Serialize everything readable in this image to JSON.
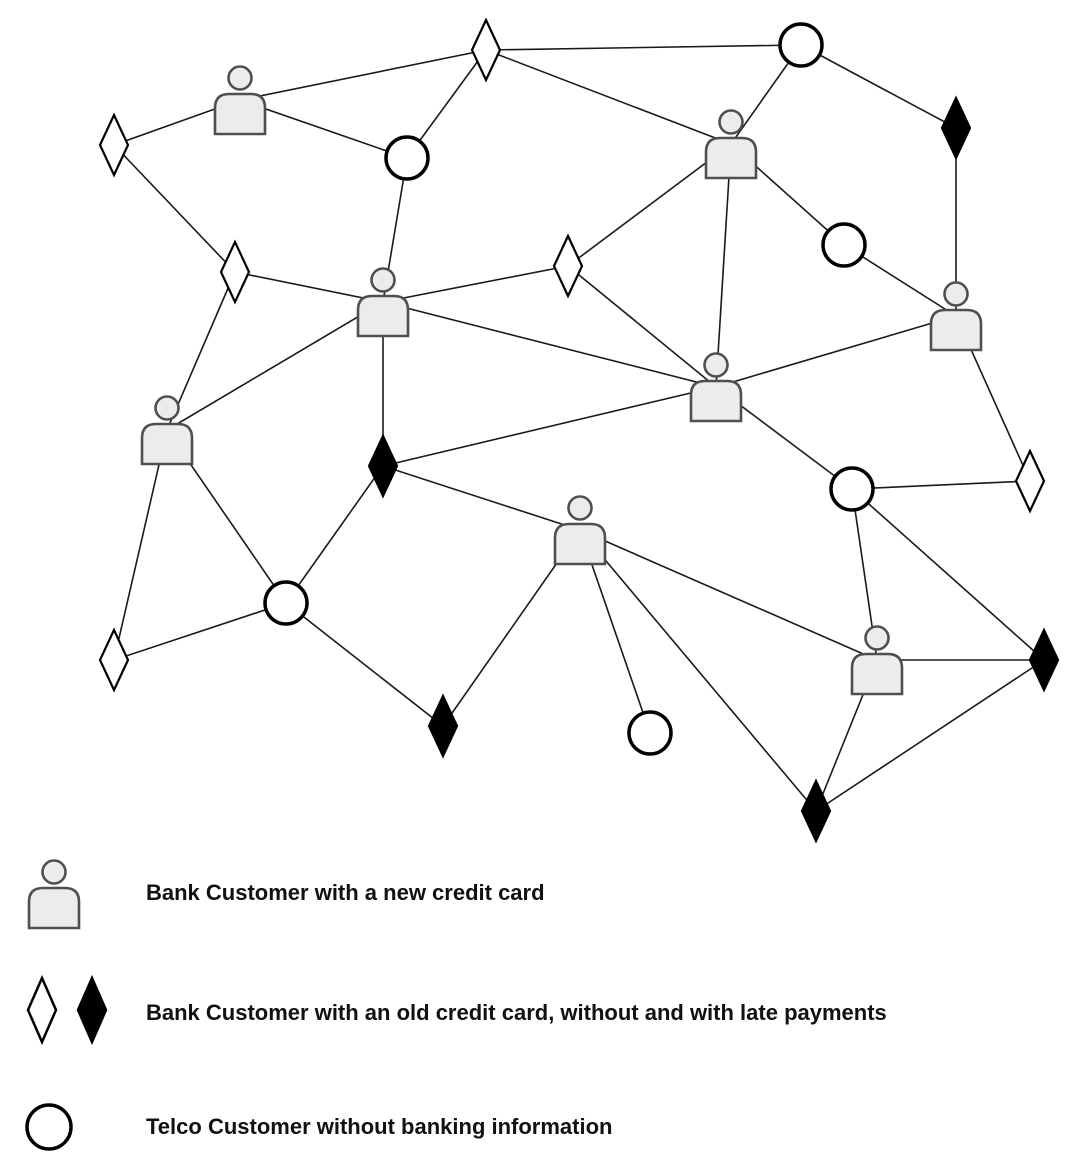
{
  "colors": {
    "person_fill": "#ececec",
    "person_stroke": "#4f4f4f",
    "diamond_late": "#000000",
    "diamond_ontime": "#ffffff",
    "circle_fill": "#ffffff",
    "edge": "#1a1a1a"
  },
  "legend": [
    {
      "icon": "person-icon",
      "label": "Bank Customer with a new credit card"
    },
    {
      "icon": "diamond-pair-icon",
      "label": "Bank Customer with an old credit card, without and with late payments"
    },
    {
      "icon": "circle-icon",
      "label": "Telco Customer without banking information"
    }
  ],
  "network": {
    "nodes": [
      {
        "id": "d_top",
        "kind": "diamond_ontime"
      },
      {
        "id": "c_topright",
        "kind": "circle"
      },
      {
        "id": "p_topleft",
        "kind": "person"
      },
      {
        "id": "d_farleft",
        "kind": "diamond_ontime"
      },
      {
        "id": "c_upper",
        "kind": "circle"
      },
      {
        "id": "p_uppermid",
        "kind": "person"
      },
      {
        "id": "d_late_topright",
        "kind": "diamond_late"
      },
      {
        "id": "c_right1",
        "kind": "circle"
      },
      {
        "id": "d_left2",
        "kind": "diamond_ontime"
      },
      {
        "id": "p_center_left",
        "kind": "person"
      },
      {
        "id": "d_center",
        "kind": "diamond_ontime"
      },
      {
        "id": "p_right",
        "kind": "person"
      },
      {
        "id": "p_center",
        "kind": "person"
      },
      {
        "id": "p_left",
        "kind": "person"
      },
      {
        "id": "d_late_mid",
        "kind": "diamond_late"
      },
      {
        "id": "c_mid_right",
        "kind": "circle"
      },
      {
        "id": "d_right",
        "kind": "diamond_ontime"
      },
      {
        "id": "p_lower_mid",
        "kind": "person"
      },
      {
        "id": "c_lower_left",
        "kind": "circle"
      },
      {
        "id": "d_lower_left",
        "kind": "diamond_ontime"
      },
      {
        "id": "d_late_bottom",
        "kind": "diamond_late"
      },
      {
        "id": "c_bottom",
        "kind": "circle"
      },
      {
        "id": "p_lower_right",
        "kind": "person"
      },
      {
        "id": "d_late_right",
        "kind": "diamond_late"
      },
      {
        "id": "d_late_bottom_right",
        "kind": "diamond_late"
      }
    ],
    "edges": [
      [
        "d_farleft",
        "p_topleft"
      ],
      [
        "p_topleft",
        "d_top"
      ],
      [
        "p_topleft",
        "c_upper"
      ],
      [
        "d_top",
        "c_upper"
      ],
      [
        "d_top",
        "c_topright"
      ],
      [
        "d_top",
        "p_uppermid"
      ],
      [
        "c_topright",
        "p_uppermid"
      ],
      [
        "c_topright",
        "d_late_topright"
      ],
      [
        "d_late_topright",
        "p_right"
      ],
      [
        "p_uppermid",
        "c_right1"
      ],
      [
        "c_right1",
        "p_right"
      ],
      [
        "p_uppermid",
        "d_center"
      ],
      [
        "p_uppermid",
        "p_center"
      ],
      [
        "d_farleft",
        "d_left2"
      ],
      [
        "d_left2",
        "p_center_left"
      ],
      [
        "d_left2",
        "p_left"
      ],
      [
        "c_upper",
        "p_center_left"
      ],
      [
        "p_center_left",
        "d_center"
      ],
      [
        "p_center_left",
        "p_center"
      ],
      [
        "p_center_left",
        "p_left"
      ],
      [
        "p_center_left",
        "d_late_mid"
      ],
      [
        "d_center",
        "p_center"
      ],
      [
        "p_center",
        "p_right"
      ],
      [
        "p_center",
        "d_late_mid"
      ],
      [
        "p_center",
        "c_mid_right"
      ],
      [
        "p_right",
        "d_right"
      ],
      [
        "c_mid_right",
        "d_right"
      ],
      [
        "c_mid_right",
        "p_lower_right"
      ],
      [
        "c_mid_right",
        "d_late_right"
      ],
      [
        "p_left",
        "c_lower_left"
      ],
      [
        "p_left",
        "d_lower_left"
      ],
      [
        "d_lower_left",
        "c_lower_left"
      ],
      [
        "c_lower_left",
        "d_late_mid"
      ],
      [
        "c_lower_left",
        "d_late_bottom"
      ],
      [
        "d_late_mid",
        "p_lower_mid"
      ],
      [
        "d_late_bottom",
        "p_lower_mid"
      ],
      [
        "p_lower_mid",
        "c_bottom"
      ],
      [
        "p_lower_mid",
        "p_lower_right"
      ],
      [
        "p_lower_mid",
        "d_late_bottom_right"
      ],
      [
        "p_lower_right",
        "d_late_right"
      ],
      [
        "p_lower_right",
        "d_late_bottom_right"
      ],
      [
        "d_late_right",
        "d_late_bottom_right"
      ]
    ]
  }
}
